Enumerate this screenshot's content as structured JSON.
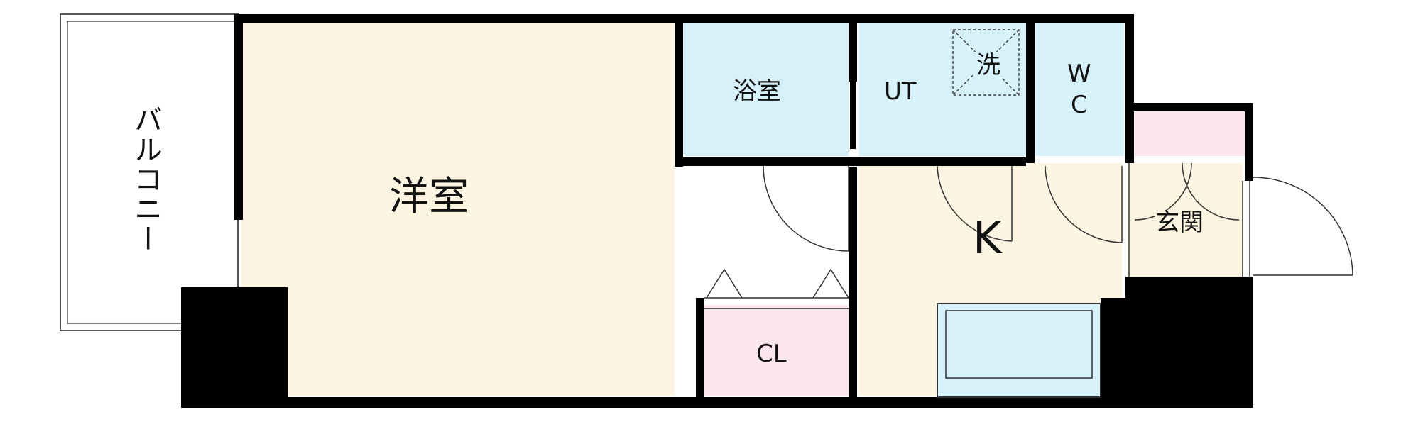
{
  "colors": {
    "room_floor": "#fdf5e1",
    "wet_area": "#d7f1fb",
    "closet_entry": "#fbe6ee",
    "wall": "#000000",
    "fixture_line": "#333333"
  },
  "rooms": {
    "western_room": "洋室",
    "bath": "浴室",
    "utility": "UT",
    "washer": "洗",
    "toilet": "W\nC",
    "kitchen": "K",
    "entrance": "玄関",
    "closet": "CL",
    "balcony": "バルコニー"
  }
}
